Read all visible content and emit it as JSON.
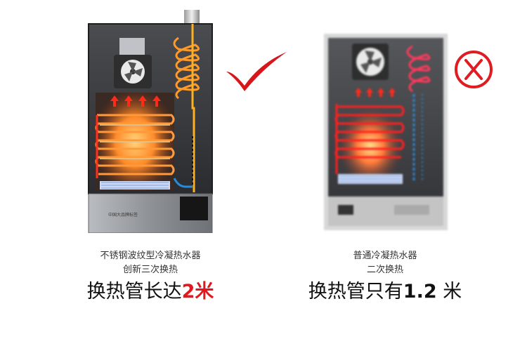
{
  "left": {
    "line1": "不锈钢波纹型冷凝热水器",
    "line2": "创新三次换热",
    "big_prefix": "换热管长达",
    "big_value": "2米",
    "brand_label": "中国大品牌标签"
  },
  "right": {
    "line1": "普通冷凝热水器",
    "line2": "二次换热",
    "big_prefix": "换热管只有",
    "big_value": "1.2",
    "big_unit": " 米"
  },
  "colors": {
    "highlight_red": "#e2171e",
    "check_red": "#d7161c",
    "cross_red": "#e01b22"
  },
  "icons": {
    "good": "check-mark-icon",
    "bad": "cross-circle-icon"
  }
}
